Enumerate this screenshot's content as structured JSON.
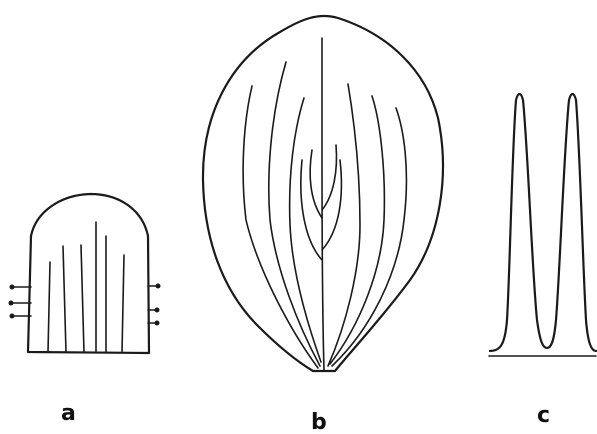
{
  "figure": {
    "background": "#ffffff",
    "ink": "#1a1a1a",
    "panels": [
      {
        "id": "a",
        "label": "a"
      },
      {
        "id": "b",
        "label": "b"
      },
      {
        "id": "c",
        "label": "c"
      }
    ]
  }
}
